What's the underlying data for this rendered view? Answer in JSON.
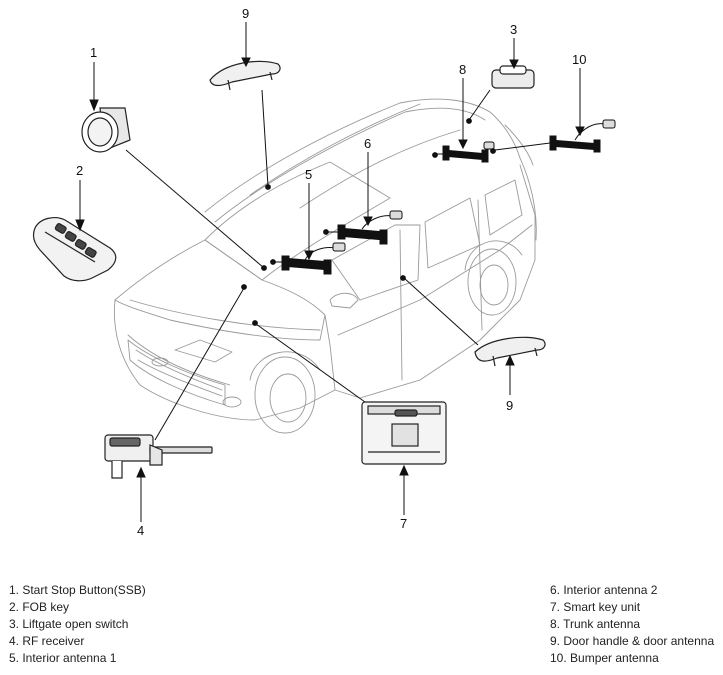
{
  "callouts": {
    "c1": "1",
    "c2": "2",
    "c3": "3",
    "c4": "4",
    "c5": "5",
    "c6": "6",
    "c7": "7",
    "c8": "8",
    "c9_top": "9",
    "c9_side": "9",
    "c10": "10"
  },
  "legend": {
    "left": [
      "1. Start Stop Button(SSB)",
      "2. FOB key",
      "3. Liftgate open switch",
      "4. RF receiver",
      "5. Interior antenna 1"
    ],
    "right": [
      "6. Interior antenna 2",
      "7. Smart key unit",
      "8. Trunk antenna",
      "9. Door handle & door antenna",
      "10. Bumper antenna"
    ]
  }
}
